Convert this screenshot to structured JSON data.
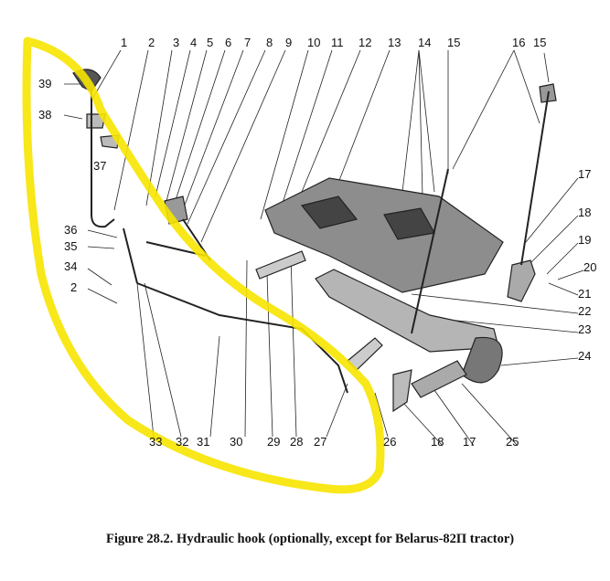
{
  "figure": {
    "caption": "Figure 28.2. Hydraulic hook (optionally, except for Belarus-82П tractor)",
    "highlight_color": "#f7e400",
    "top_labels": [
      "1",
      "2",
      "3",
      "4",
      "5",
      "6",
      "7",
      "8",
      "9",
      "10",
      "11",
      "12",
      "13",
      "14",
      "15",
      "16",
      "15"
    ],
    "left_labels": [
      "39",
      "38",
      "37",
      "36",
      "35",
      "34",
      "2"
    ],
    "right_labels": [
      "17",
      "18",
      "19",
      "20",
      "21",
      "22",
      "23",
      "24"
    ],
    "bottom_labels": [
      "33",
      "32",
      "31",
      "30",
      "29",
      "28",
      "27",
      "26",
      "18",
      "17",
      "25"
    ]
  }
}
